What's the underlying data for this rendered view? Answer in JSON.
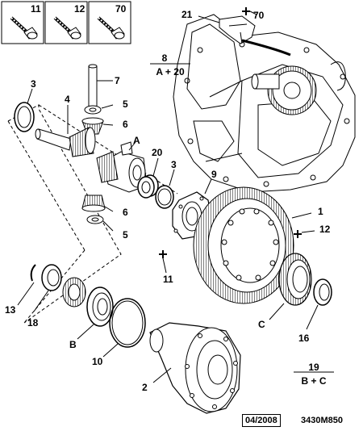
{
  "bolt_boxes": [
    {
      "number": "11",
      "icon": "bolt-icon"
    },
    {
      "number": "12",
      "icon": "bolt-icon"
    },
    {
      "number": "70",
      "icon": "bolt-icon"
    }
  ],
  "callouts": {
    "c1": "1",
    "c2": "2",
    "c3a": "3",
    "c3b": "3",
    "c4": "4",
    "c5a": "5",
    "c5b": "5",
    "c6a": "6",
    "c6b": "6",
    "c7": "7",
    "c9": "9",
    "c10": "10",
    "c11": "11",
    "c12": "12",
    "c13": "13",
    "c16": "16",
    "c18": "18",
    "c20": "20",
    "c21": "21",
    "c70": "70",
    "cA": "A",
    "cB": "B",
    "cC": "C"
  },
  "kits": [
    {
      "number": "8",
      "contents": "A + 20"
    },
    {
      "number": "19",
      "contents": "B + C"
    }
  ],
  "footer": {
    "date": "04/2008",
    "reference": "3430M850"
  }
}
